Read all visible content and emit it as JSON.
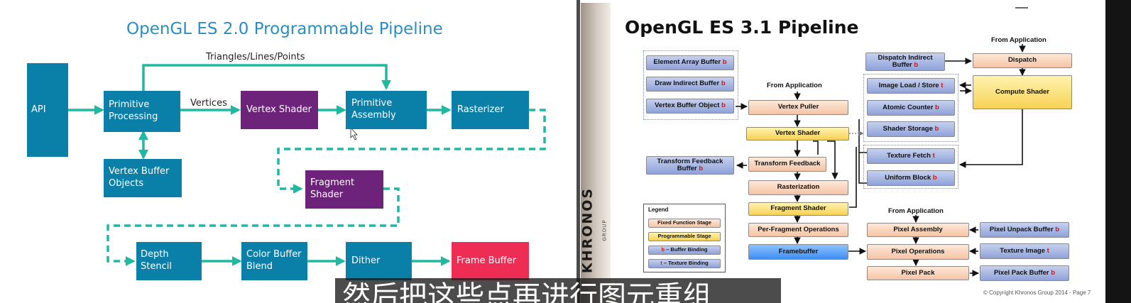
{
  "left_slide": {
    "title": "OpenGL ES 2.0 Programmable Pipeline",
    "edge_labels": {
      "top": "Triangles/Lines/Points",
      "vertices": "Vertices"
    },
    "nodes": {
      "api": "API",
      "primitive_processing": [
        "Primitive",
        "Processing"
      ],
      "vertex_shader": "Vertex Shader",
      "primitive_assembly": [
        "Primitive",
        "Assembly"
      ],
      "rasterizer": "Rasterizer",
      "vertex_buffer_objects": [
        "Vertex Buffer",
        "Objects"
      ],
      "fragment_shader": [
        "Fragment",
        "Shader"
      ],
      "depth_stencil": "Depth Stencil",
      "color_buffer_blend": [
        "Color Buffer",
        "Blend"
      ],
      "dither": "Dither",
      "frame_buffer": "Frame Buffer"
    }
  },
  "right_slide": {
    "title": "OpenGL ES 3.1 Pipeline",
    "brand": "KHRONOS",
    "brand_sub": "GROUP",
    "copyright": "© Copyright Khronos Group 2014 - Page 7",
    "left_buffers": [
      "Element Array Buffer",
      "Draw Indirect Buffer",
      "Vertex Buffer Object"
    ],
    "transform_feedback_buffer": [
      "Transform Feedback",
      "Buffer"
    ],
    "from_application": "From Application",
    "center": [
      "Vertex Puller",
      "Vertex Shader",
      "Transform Feedback",
      "Rasterization",
      "Fragment Shader",
      "Per-Fragment Operations",
      "Framebuffer"
    ],
    "dispatch_indirect": [
      "Dispatch Indirect",
      "Buffer"
    ],
    "dispatch": "Dispatch",
    "compute_shader": "Compute Shader",
    "resources_group1": [
      "Image Load / Store",
      "Atomic Counter",
      "Shader Storage"
    ],
    "resources_group2": [
      "Texture Fetch",
      "Uniform Block"
    ],
    "pixel_column": [
      "Pixel Assembly",
      "Pixel Operations",
      "Pixel Pack"
    ],
    "pixel_buffers": [
      "Pixel Unpack Buffer",
      "Texture Image",
      "Pixel Pack Buffer"
    ],
    "marks": {
      "buffer": "b",
      "texture": "t"
    },
    "legend": {
      "title": "Legend",
      "items": [
        "Fixed Function Stage",
        "Programmable Stage",
        "– Buffer Binding",
        "– Texture Binding"
      ]
    }
  },
  "subtitle": "然后把这些点再进行图元重组",
  "colors": {
    "teal": "#0a80a8",
    "purple": "#6c2379",
    "red": "#ee2d55",
    "arrow": "#20b8a0",
    "title_teal": "#2b8ec0"
  }
}
